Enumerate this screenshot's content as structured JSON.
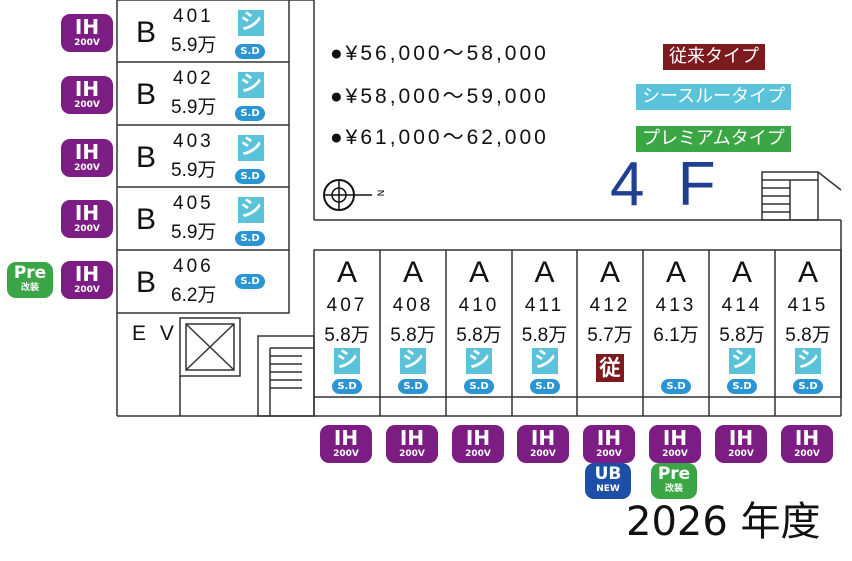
{
  "floor_label": "4 F",
  "year_label": "2026 年度",
  "ev_label": "E V",
  "price_legend": [
    {
      "price": "●¥56,000～58,000",
      "type": "従来タイプ",
      "color": "#7d1a1e"
    },
    {
      "price": "●¥58,000～59,000",
      "type": "シースルータイプ",
      "color": "#5bc3d9"
    },
    {
      "price": "●¥61,000～62,000",
      "type": "プレミアムタイプ",
      "color": "#3aa646"
    }
  ],
  "badges": {
    "ih_text": "IH",
    "ih_sub": "200V",
    "pre_text": "Pre",
    "pre_sub": "改装",
    "ub_text": "UB",
    "ub_sub": "NEW",
    "shi_text": "シ",
    "sd_text": "S.D",
    "ju_text": "従"
  },
  "rooms_b": [
    {
      "type": "B",
      "number": "401",
      "rent": "5.9万"
    },
    {
      "type": "B",
      "number": "402",
      "rent": "5.9万"
    },
    {
      "type": "B",
      "number": "403",
      "rent": "5.9万"
    },
    {
      "type": "B",
      "number": "405",
      "rent": "5.9万"
    },
    {
      "type": "B",
      "number": "406",
      "rent": "6.2万"
    }
  ],
  "rooms_a": [
    {
      "type": "A",
      "number": "407",
      "rent": "5.8万"
    },
    {
      "type": "A",
      "number": "408",
      "rent": "5.8万"
    },
    {
      "type": "A",
      "number": "410",
      "rent": "5.8万"
    },
    {
      "type": "A",
      "number": "411",
      "rent": "5.8万"
    },
    {
      "type": "A",
      "number": "412",
      "rent": "5.7万"
    },
    {
      "type": "A",
      "number": "413",
      "rent": "6.1万"
    },
    {
      "type": "A",
      "number": "414",
      "rent": "5.8万"
    },
    {
      "type": "A",
      "number": "415",
      "rent": "5.8万"
    }
  ],
  "compass": {
    "letter": "N"
  }
}
